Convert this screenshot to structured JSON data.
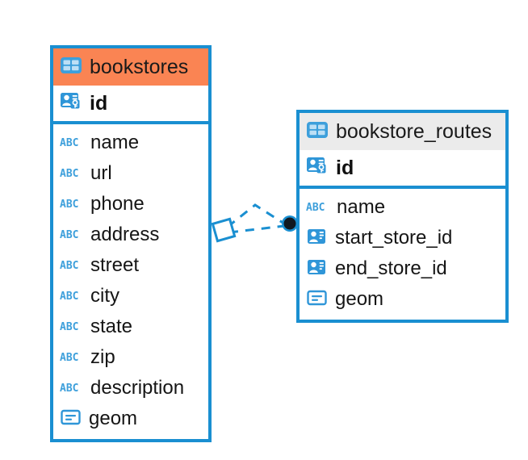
{
  "diagram": {
    "type": "entity-relationship-diagram",
    "background_color": "#ffffff",
    "accent_color": "#1a8fd1",
    "highlight_color": "#fa8453",
    "header_gray": "#ebebeb"
  },
  "entities": [
    {
      "name": "bookstores",
      "header_style": "accent-orange",
      "table_icon": "table-icon",
      "primary_key": {
        "label": "id",
        "icon": "primary-key-icon"
      },
      "fields": [
        {
          "label": "name",
          "icon": "text-field-icon"
        },
        {
          "label": "url",
          "icon": "text-field-icon"
        },
        {
          "label": "phone",
          "icon": "text-field-icon"
        },
        {
          "label": "address",
          "icon": "text-field-icon"
        },
        {
          "label": "street",
          "icon": "text-field-icon"
        },
        {
          "label": "city",
          "icon": "text-field-icon"
        },
        {
          "label": "state",
          "icon": "text-field-icon"
        },
        {
          "label": "zip",
          "icon": "text-field-icon"
        },
        {
          "label": "description",
          "icon": "text-field-icon"
        },
        {
          "label": "geom",
          "icon": "geometry-field-icon"
        }
      ]
    },
    {
      "name": "bookstore_routes",
      "header_style": "accent-gray",
      "table_icon": "table-icon",
      "primary_key": {
        "label": "id",
        "icon": "primary-key-icon"
      },
      "fields": [
        {
          "label": "name",
          "icon": "text-field-icon"
        },
        {
          "label": "start_store_id",
          "icon": "foreign-key-icon"
        },
        {
          "label": "end_store_id",
          "icon": "foreign-key-icon"
        },
        {
          "label": "geom",
          "icon": "geometry-field-icon"
        }
      ]
    }
  ],
  "relationship": {
    "source_entity": "bookstores",
    "target_entity": "bookstore_routes",
    "source_marker": "diamond-marker",
    "target_marker": "filled-circle-marker",
    "line_style": "dashed",
    "line_color": "#1a8fd1"
  },
  "icon_glyphs": {
    "text_field": "ABC"
  }
}
